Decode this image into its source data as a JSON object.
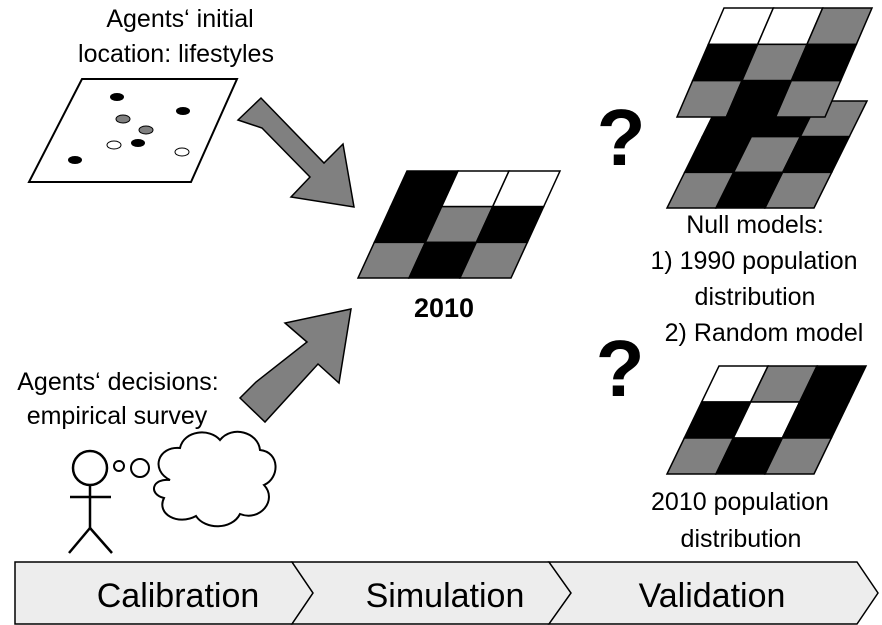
{
  "initial_location": {
    "line1": "Agents‘ initial",
    "line2": "location:  lifestyles"
  },
  "decisions": {
    "line1": "Agents‘ decisions:",
    "line2": "empirical survey"
  },
  "simulation_year": "2010",
  "null_models": {
    "line1": "Null models:",
    "line2": "1) 1990 population",
    "line3": "distribution",
    "line4": "2) Random model"
  },
  "observed": {
    "line1": "2010 population",
    "line2": "distribution"
  },
  "question_mark": "?",
  "phases": [
    "Calibration",
    "Simulation",
    "Validation"
  ],
  "colors": {
    "black_cell": "#000000",
    "gray_cell": "#808080",
    "white_cell": "#ffffff",
    "arrow": "#808080",
    "phase_bar": "#ededed"
  }
}
